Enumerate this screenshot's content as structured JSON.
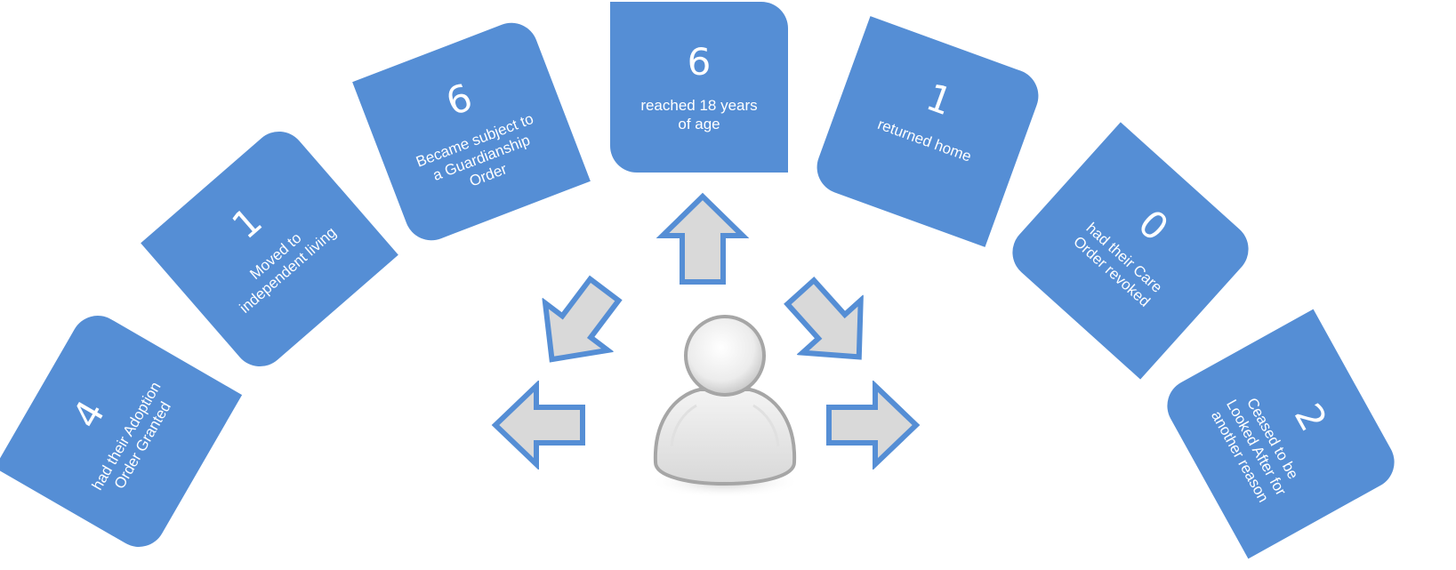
{
  "diagram": {
    "outcomes": [
      {
        "value": "4",
        "label": "had their Adoption Order Granted"
      },
      {
        "value": "1",
        "label": "Moved to independent living"
      },
      {
        "value": "6",
        "label": "Became subject to a Guardianship Order"
      },
      {
        "value": "6",
        "label": "reached 18 years of age"
      },
      {
        "value": "1",
        "label": "returned home"
      },
      {
        "value": "0",
        "label": "had their Care Order revoked"
      },
      {
        "value": "2",
        "label": "Ceased to be Looked After for another reason"
      }
    ],
    "colors": {
      "card": "#558ed5",
      "card_text": "#ffffff",
      "arrow_fill": "#d9d9d9",
      "arrow_stroke": "#558ed5"
    },
    "icons": [
      "person-icon",
      "arrow-left-icon",
      "arrow-up-left-icon",
      "arrow-up-icon",
      "arrow-up-right-icon",
      "arrow-right-icon"
    ]
  }
}
